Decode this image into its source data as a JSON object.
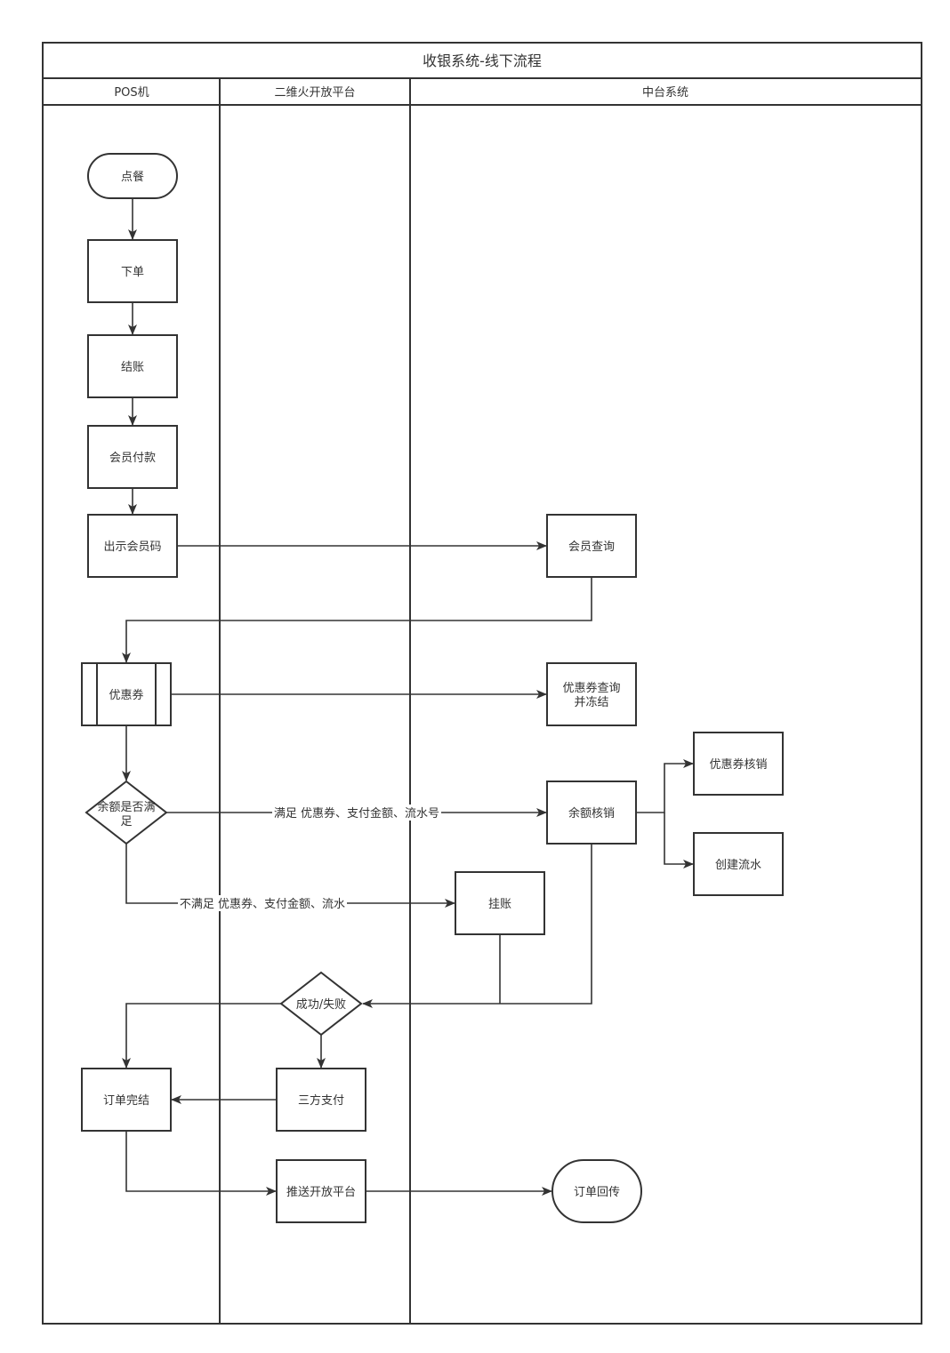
{
  "diagram": {
    "title": "收银系统-线下流程",
    "lanes": {
      "pos": "POS机",
      "platform": "二维火开放平台",
      "middle": "中台系统"
    },
    "nodes": {
      "order_food": "点餐",
      "place_order": "下单",
      "checkout": "结账",
      "member_pay": "会员付款",
      "show_code": "出示会员码",
      "member_query": "会员查询",
      "coupon": "优惠券",
      "coupon_query_l1": "优惠券查询",
      "coupon_query_l2": "并冻结",
      "balance_check_l1": "余额是否满",
      "balance_check_l2": "足",
      "balance_writeoff": "余额核销",
      "coupon_writeoff": "优惠券核销",
      "create_flow": "创建流水",
      "on_account": "挂账",
      "success_fail": "成功/失败",
      "order_complete": "订单完结",
      "third_pay": "三方支付",
      "push_platform": "推送开放平台",
      "order_return": "订单回传"
    },
    "edge_labels": {
      "satisfied": "满足 优惠券、支付金额、流水号",
      "not_satisfied": "不满足 优惠券、支付金额、流水"
    }
  }
}
